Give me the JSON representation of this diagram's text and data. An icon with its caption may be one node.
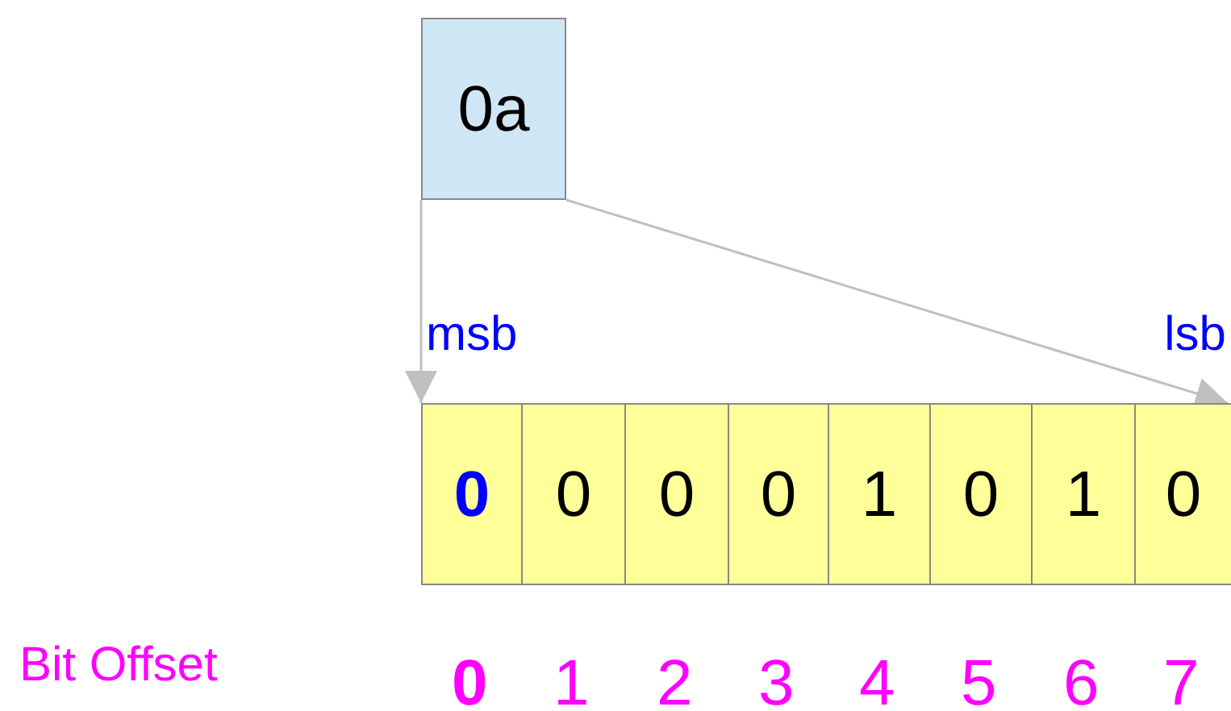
{
  "diagram": {
    "nodes": [
      {
        "text": [
          "0a"
        ]
      },
      {
        "text": [
          "0"
        ]
      },
      {
        "text": [
          "0"
        ]
      },
      {
        "text": [
          "0"
        ]
      },
      {
        "text": [
          "0"
        ]
      },
      {
        "text": [
          "1"
        ]
      },
      {
        "text": [
          "0"
        ]
      },
      {
        "text": [
          "1"
        ]
      },
      {
        "text": [
          "0"
        ]
      }
    ],
    "edges": [
      {
        "from": 0,
        "to": 1,
        "arrow": "to",
        "label": "msb"
      },
      {
        "from": 0,
        "to": 8,
        "arrow": "to",
        "label": "lsb"
      }
    ],
    "labels": [
      "Bit Offset",
      "0",
      "1",
      "2",
      "3",
      "4",
      "5",
      "6",
      "7"
    ]
  }
}
